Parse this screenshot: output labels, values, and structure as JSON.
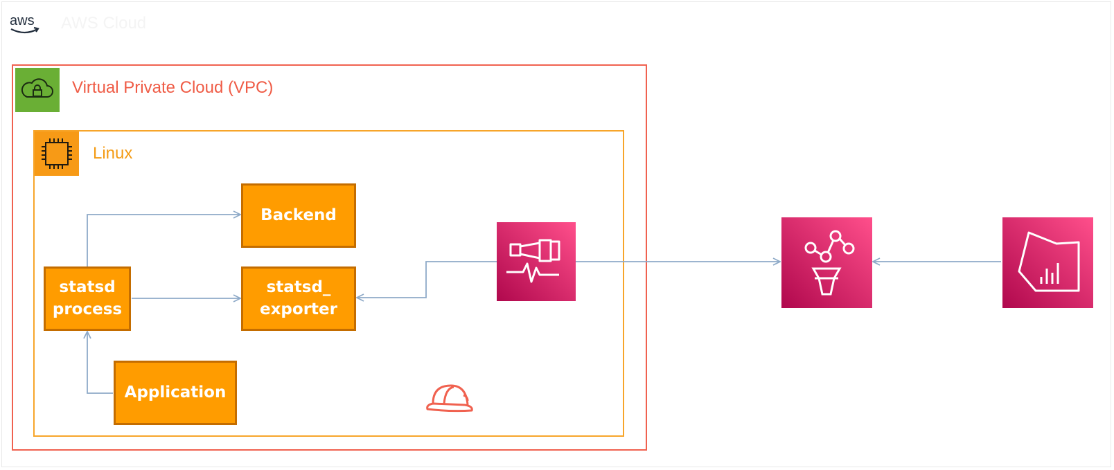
{
  "cloud": {
    "title": "AWS Cloud",
    "logo": "aws"
  },
  "vpc": {
    "label": "Virtual Private Cloud (VPC)",
    "icon": "vpc-cloud-lock-icon"
  },
  "linux": {
    "label": "Linux",
    "icon": "ec2-chip-icon"
  },
  "boxes": {
    "backend": "Backend",
    "statsd_exporter": "statsd_\nexporter",
    "statsd_process": "statsd\nprocess",
    "application": "Application"
  },
  "icons": {
    "collector": "adot-collector-telescope-icon",
    "prometheus": "amazon-managed-prometheus-icon",
    "grafana": "amazon-managed-grafana-icon",
    "helmet": "hard-hat-icon"
  },
  "colors": {
    "vpc_border": "#f0614f",
    "vpc_badge": "#6aaf35",
    "linux_border": "#f7a52a",
    "box_fill": "#ff9c00",
    "box_border": "#c46d00",
    "service_pink": "#d6195e",
    "arrow": "#8eaac8"
  }
}
